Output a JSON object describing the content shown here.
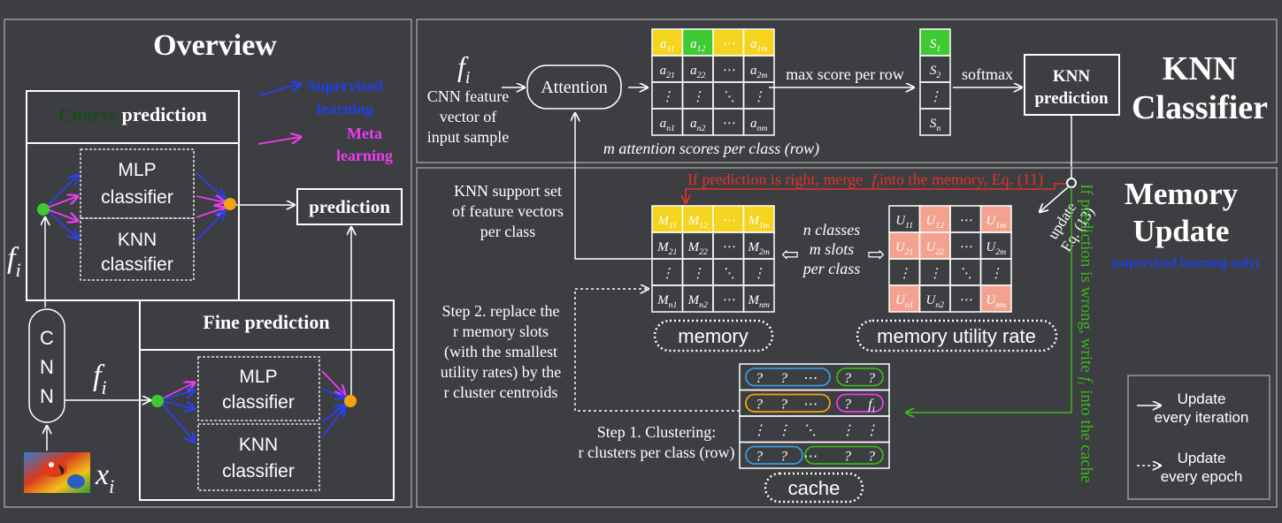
{
  "overview": {
    "title": "Overview",
    "coarse_word": "Coarse",
    "prediction_word": "prediction",
    "legend_supervised": [
      "Supervised",
      "learning"
    ],
    "legend_meta": [
      "Meta",
      "learning"
    ],
    "mlp_classifier": [
      "MLP",
      "classifier"
    ],
    "knn_classifier": [
      "KNN",
      "classifier"
    ],
    "prediction_box": "prediction",
    "fine_title": "Fine prediction",
    "cnn_letters": [
      "C",
      "N",
      "N"
    ],
    "f_main": "f",
    "f_sub": "i",
    "x_main": "x",
    "x_sub": "i"
  },
  "knn_panel": {
    "title_line1": "KNN",
    "title_line2": "Classifier",
    "input_lines": [
      "CNN feature",
      "vector of",
      "input sample"
    ],
    "attention": "Attention",
    "max_score": "max score per row",
    "softmax": "softmax",
    "knn_prediction": [
      "KNN",
      "prediction"
    ],
    "attention_scores_caption": "m attention scores per class (row)",
    "score_cells": [
      [
        "a",
        "11"
      ],
      [
        "a",
        "12"
      ],
      [
        "⋯",
        ""
      ],
      [
        "a",
        "1m"
      ],
      [
        "a",
        "21"
      ],
      [
        "a",
        "22"
      ],
      [
        "⋯",
        ""
      ],
      [
        "a",
        "2m"
      ],
      [
        "⋮",
        ""
      ],
      [
        "⋮",
        ""
      ],
      [
        "⋱",
        ""
      ],
      [
        "⋮",
        ""
      ],
      [
        "a",
        "n1"
      ],
      [
        "a",
        "n2"
      ],
      [
        "⋯",
        ""
      ],
      [
        "a",
        "nm"
      ]
    ],
    "s_cells": [
      [
        "S",
        "1"
      ],
      [
        "S",
        "2"
      ],
      [
        "⋮",
        ""
      ],
      [
        "S",
        "n"
      ]
    ]
  },
  "memory_panel": {
    "title_line1": "Memory",
    "title_line2": "Update",
    "supervised_only": "(supervised learning only)",
    "right_text": "If prediction is right, merge",
    "right_text_tail": "into the memory, Eq. (11)",
    "wrong_text": "If prediction is wrong, write",
    "wrong_text_tail": "into the cache",
    "update_eq": [
      "update",
      "Eq. (13)"
    ],
    "knn_support": [
      "KNN support set",
      "of feature vectors",
      "per class"
    ],
    "n_classes": [
      "n classes",
      "m slots",
      "per class"
    ],
    "memory_label": "memory",
    "utility_label": "memory utility rate",
    "cache_label": "cache",
    "step2": [
      "Step 2. replace the",
      "r memory slots",
      "(with the smallest",
      "utility rates) by the",
      "r cluster centroids"
    ],
    "step1": [
      "Step 1. Clustering:",
      "r clusters per class (row)"
    ],
    "legend_iter": [
      "Update",
      "every iteration"
    ],
    "legend_epoch": [
      "Update",
      "every epoch"
    ],
    "memory_cells": [
      [
        "M",
        "11"
      ],
      [
        "M",
        "12"
      ],
      [
        "⋯",
        ""
      ],
      [
        "M",
        "1m"
      ],
      [
        "M",
        "21"
      ],
      [
        "M",
        "22"
      ],
      [
        "⋯",
        ""
      ],
      [
        "M",
        "2m"
      ],
      [
        "⋮",
        ""
      ],
      [
        "⋮",
        ""
      ],
      [
        "⋱",
        ""
      ],
      [
        "⋮",
        ""
      ],
      [
        "M",
        "n1"
      ],
      [
        "M",
        "n2"
      ],
      [
        "⋯",
        ""
      ],
      [
        "M",
        "nm"
      ]
    ],
    "utility_cells": [
      [
        "U",
        "11"
      ],
      [
        "U",
        "12"
      ],
      [
        "⋯",
        ""
      ],
      [
        "U",
        "1m"
      ],
      [
        "U",
        "21"
      ],
      [
        "U",
        "22"
      ],
      [
        "⋯",
        ""
      ],
      [
        "U",
        "2m"
      ],
      [
        "⋮",
        ""
      ],
      [
        "⋮",
        ""
      ],
      [
        "⋱",
        ""
      ],
      [
        "⋮",
        ""
      ],
      [
        "U",
        "n1"
      ],
      [
        "U",
        "n2"
      ],
      [
        "⋯",
        ""
      ],
      [
        "U",
        "nm"
      ]
    ],
    "cache_rows": [
      [
        "?",
        "?",
        "⋯",
        "?",
        "?"
      ],
      [
        "?",
        "?",
        "⋯",
        "?",
        "f"
      ],
      [
        "⋮",
        "⋮",
        "⋱",
        "⋮",
        "⋮"
      ],
      [
        "?",
        "?",
        "⋯",
        "?",
        "?"
      ]
    ],
    "cache_f_sub": "i"
  },
  "colors": {
    "background": "#3c3e41",
    "yellow": "#f4d41f",
    "green": "#3fc933",
    "salmon": "#f2a28f",
    "orange": "#f5a40a",
    "blue_arrow": "#2a3ff0",
    "magenta_arrow": "#ec3cf2",
    "red_text": "#e2322a",
    "green_text": "#38b81a",
    "blue_text": "#1f3fe8"
  }
}
